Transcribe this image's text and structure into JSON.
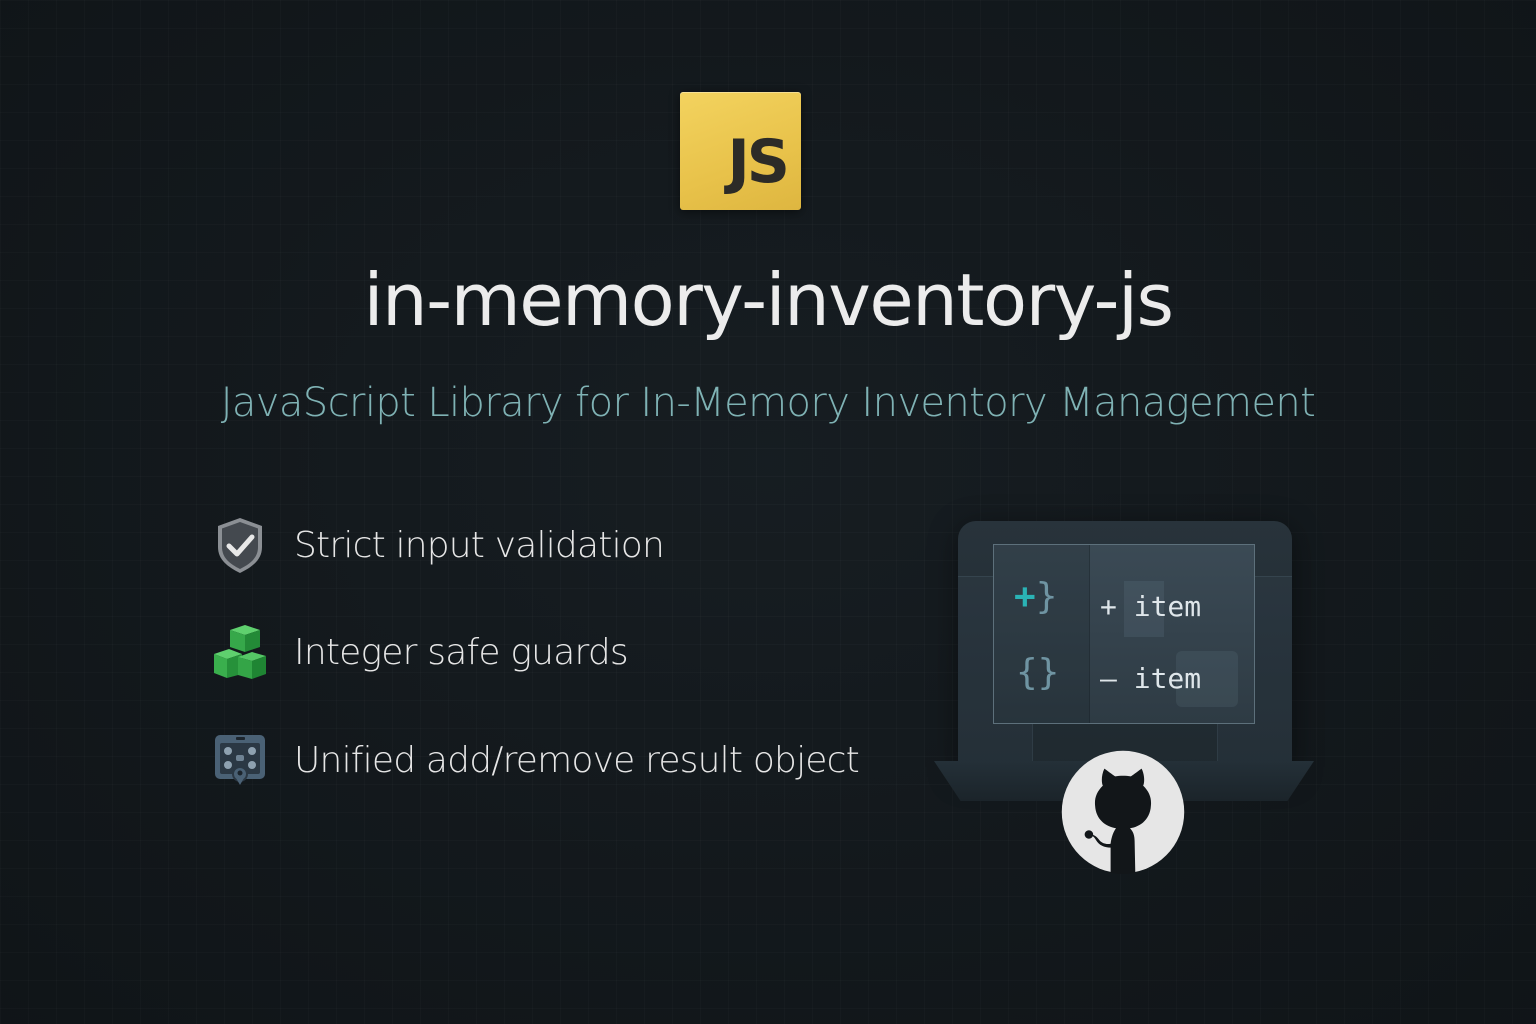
{
  "logo": {
    "text": "JS",
    "icon": "javascript-logo-icon",
    "background_color": "#f0cf55",
    "text_color": "#2c2b27"
  },
  "header": {
    "title": "in-memory-inventory-js",
    "subtitle": "JavaScript Library for In-Memory Inventory Management"
  },
  "features": [
    {
      "icon": "shield-check-icon",
      "label": "Strict input validation",
      "icon_color": "#4a4f55"
    },
    {
      "icon": "green-cubes-icon",
      "label": "Integer safe guards",
      "icon_color": "#35a54a"
    },
    {
      "icon": "result-panel-icon",
      "label": "Unified add/remove result object",
      "icon_color": "#3f5668"
    }
  ],
  "illustration": {
    "type": "laptop",
    "code_symbols": [
      "+}",
      "{}"
    ],
    "code_lines": [
      {
        "op": "+",
        "text": "item"
      },
      {
        "op": "–",
        "text": "item"
      }
    ],
    "badge_icon": "github-octocat-icon"
  },
  "colors": {
    "background": "#141a1e",
    "title": "#ececec",
    "subtitle": "#7fb2b4",
    "accent_teal": "#2ab3b5"
  }
}
